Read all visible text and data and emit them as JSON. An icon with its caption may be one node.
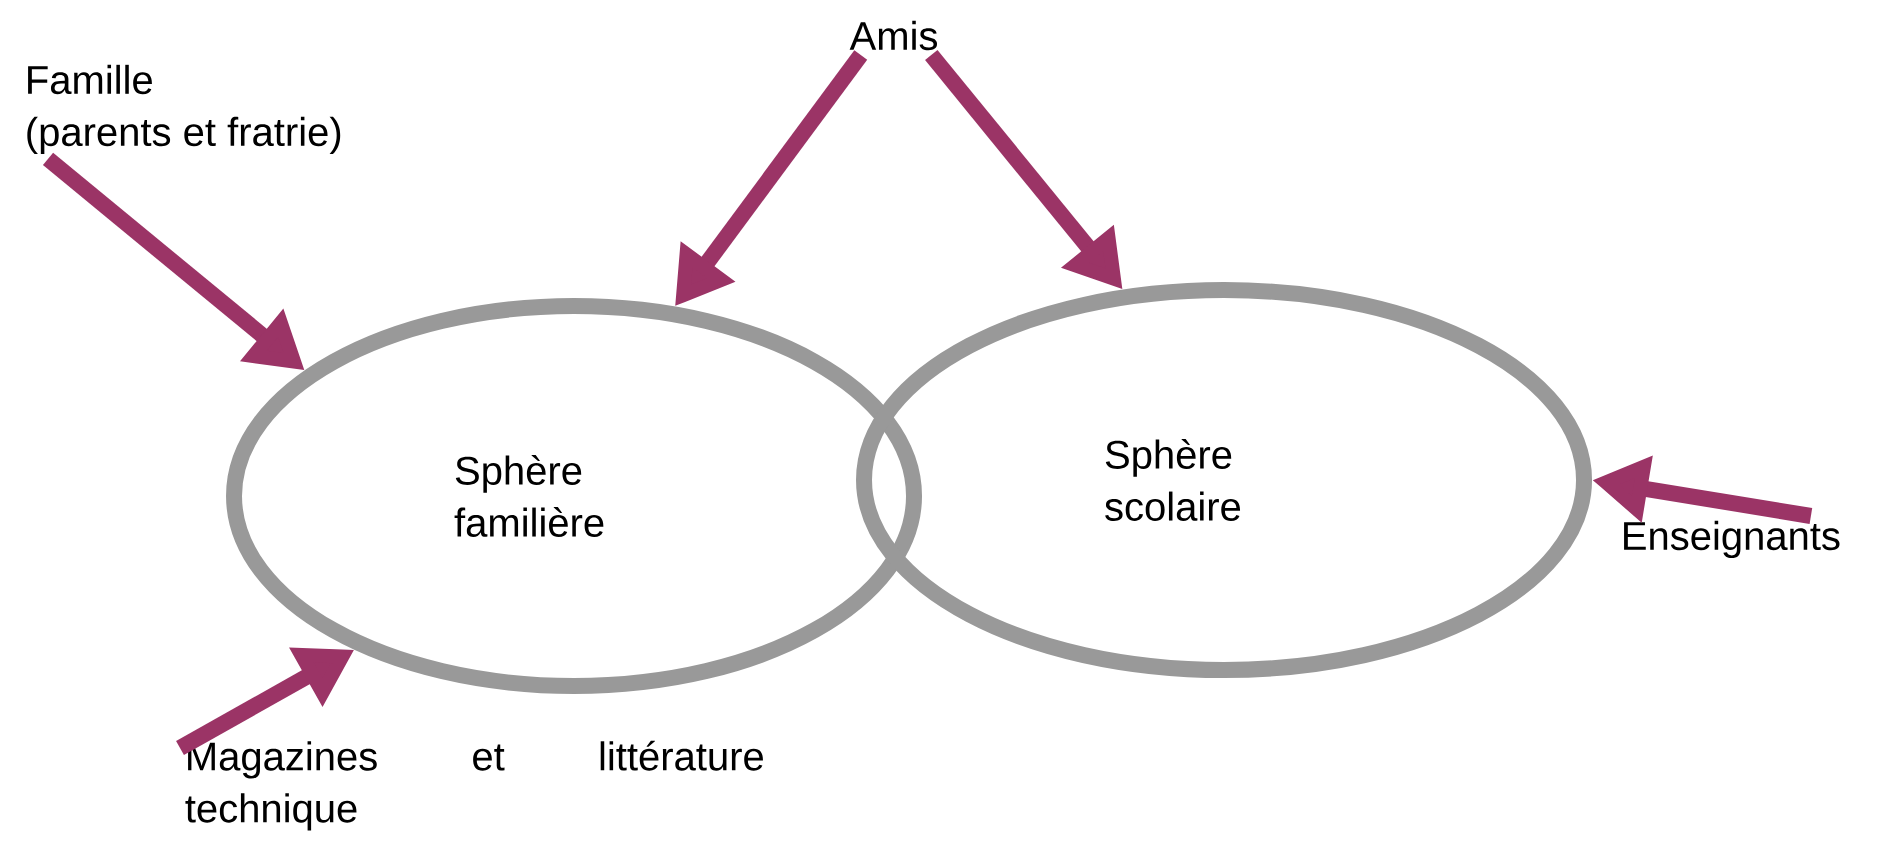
{
  "diagram": {
    "nodes": [
      {
        "text": [
          "Sphère familière"
        ]
      },
      {
        "text": [
          "Sphère scolaire"
        ]
      },
      {
        "text": [
          "Famille (parents et fratrie)"
        ]
      },
      {
        "text": [
          "Amis"
        ]
      },
      {
        "text": [
          "Enseignants"
        ]
      },
      {
        "text": [
          "Magazines et littérature technique"
        ]
      }
    ],
    "edges": [
      {
        "from": 2,
        "to": 0,
        "arrow": "to"
      },
      {
        "from": 3,
        "to": 0,
        "arrow": "to"
      },
      {
        "from": 3,
        "to": 1,
        "arrow": "to"
      },
      {
        "from": 4,
        "to": 1,
        "arrow": "to"
      },
      {
        "from": 5,
        "to": 0,
        "arrow": "to"
      }
    ]
  }
}
